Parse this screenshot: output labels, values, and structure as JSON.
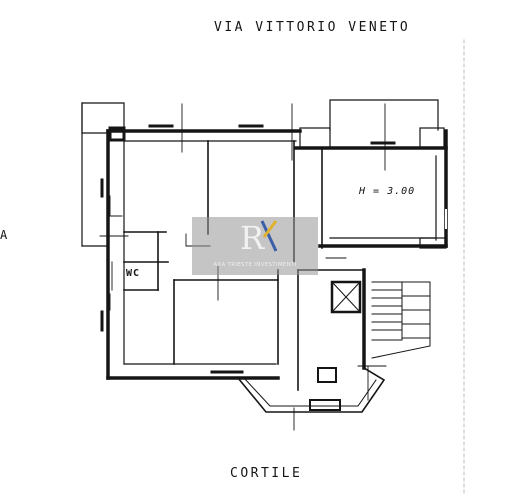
{
  "labels": {
    "street": "VIA VITTORIO VENETO",
    "courtyard": "CORTILE",
    "ceiling_height": "H = 3.00",
    "wc": "WC",
    "edge_letter": "A"
  },
  "watermark": {
    "icon": "rk-logo-icon",
    "text": "AXA TRIESTE INVESTIMENTI",
    "color": "#969696"
  },
  "colors": {
    "ink": "#151515",
    "paper": "#ffffff"
  }
}
